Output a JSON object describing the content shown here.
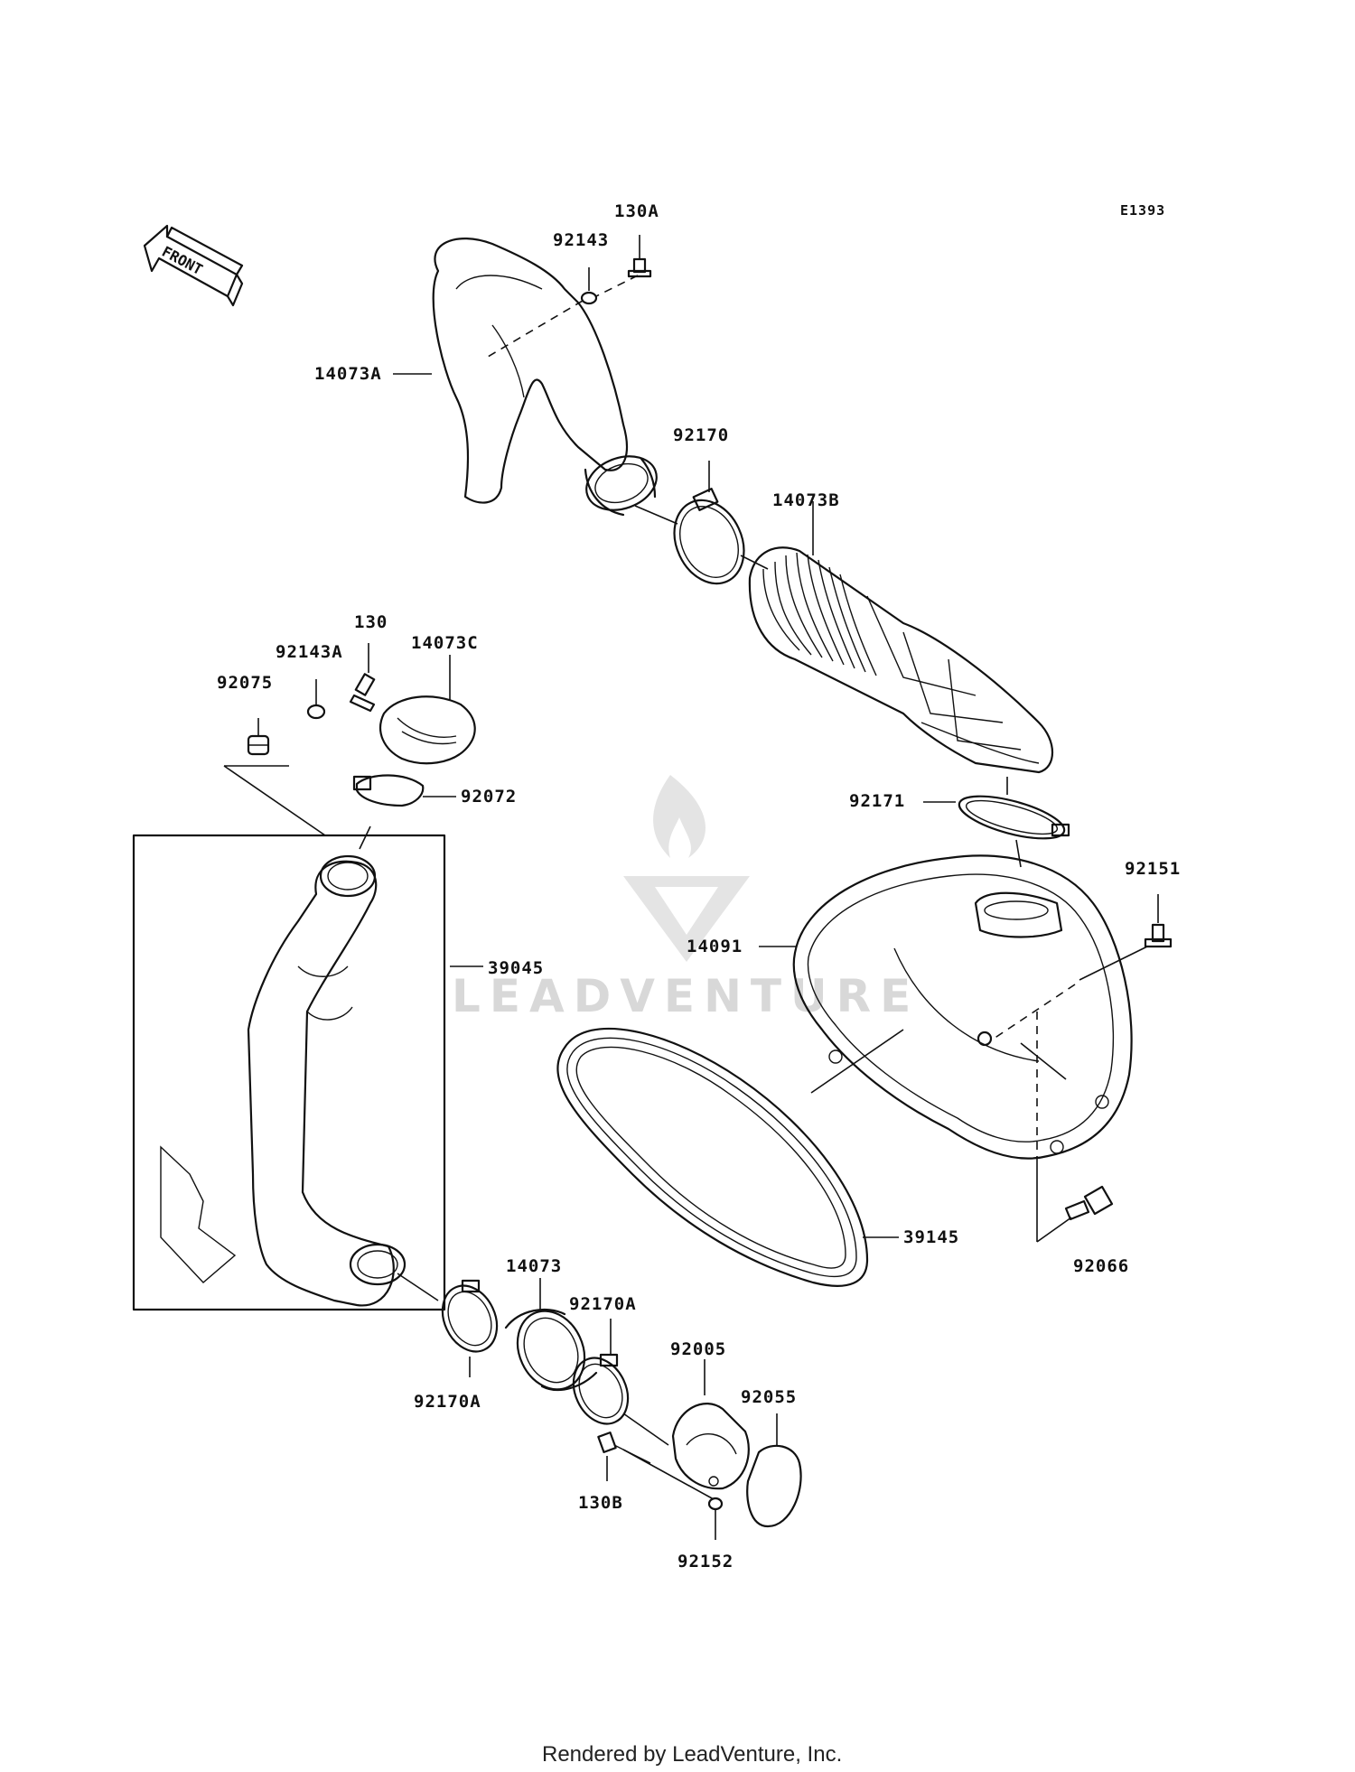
{
  "diagram_code": "E1393",
  "front_label": "FRONT",
  "watermark": "LEADVENTURE",
  "footer": "Rendered by LeadVenture, Inc.",
  "labels": {
    "p130A": "130A",
    "p92143": "92143",
    "p14073A": "14073A",
    "p92170": "92170",
    "p14073B": "14073B",
    "p130": "130",
    "p92143A": "92143A",
    "p14073C": "14073C",
    "p92075": "92075",
    "p92072": "92072",
    "p92171": "92171",
    "p92151": "92151",
    "p14091": "14091",
    "p39045": "39045",
    "p39145": "39145",
    "p92066": "92066",
    "p14073": "14073",
    "p92170A_top": "92170A",
    "p92170A_bottom": "92170A",
    "p92005": "92005",
    "p92055": "92055",
    "p130B": "130B",
    "p92152": "92152"
  }
}
